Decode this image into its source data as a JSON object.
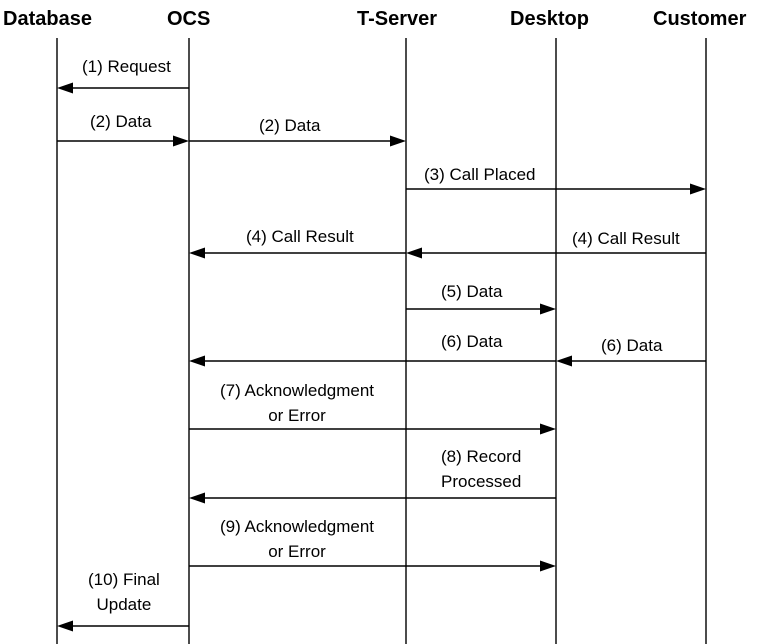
{
  "actors": {
    "database": "Database",
    "ocs": "OCS",
    "tserver": "T-Server",
    "desktop": "Desktop",
    "customer": "Customer"
  },
  "messages": [
    {
      "id": "m1",
      "from": "ocs",
      "to": "database",
      "lines": [
        "(1) Request"
      ]
    },
    {
      "id": "m2a",
      "from": "database",
      "to": "ocs",
      "lines": [
        "(2) Data"
      ]
    },
    {
      "id": "m2b",
      "from": "ocs",
      "to": "tserver",
      "lines": [
        "(2) Data"
      ]
    },
    {
      "id": "m3",
      "from": "tserver",
      "to": "customer",
      "lines": [
        "(3) Call Placed"
      ]
    },
    {
      "id": "m4a",
      "from": "customer",
      "to": "tserver",
      "lines": [
        "(4) Call Result"
      ]
    },
    {
      "id": "m4b",
      "from": "tserver",
      "to": "ocs",
      "lines": [
        "(4) Call Result"
      ]
    },
    {
      "id": "m5",
      "from": "tserver",
      "to": "desktop",
      "lines": [
        "(5) Data"
      ]
    },
    {
      "id": "m6a",
      "from": "customer",
      "to": "desktop",
      "lines": [
        "(6) Data"
      ]
    },
    {
      "id": "m6b",
      "from": "desktop",
      "to": "ocs",
      "lines": [
        "(6) Data"
      ]
    },
    {
      "id": "m7",
      "from": "ocs",
      "to": "desktop",
      "lines": [
        "(7) Acknowledgment",
        "or Error"
      ]
    },
    {
      "id": "m8",
      "from": "desktop",
      "to": "ocs",
      "lines": [
        "(8) Record",
        "Processed"
      ]
    },
    {
      "id": "m9",
      "from": "ocs",
      "to": "desktop",
      "lines": [
        "(9) Acknowledgment",
        "or Error"
      ]
    },
    {
      "id": "m10",
      "from": "ocs",
      "to": "database",
      "lines": [
        "(10) Final",
        "Update"
      ]
    }
  ],
  "colors": {
    "line": "#000000",
    "text": "#000000",
    "background": "#ffffff"
  }
}
